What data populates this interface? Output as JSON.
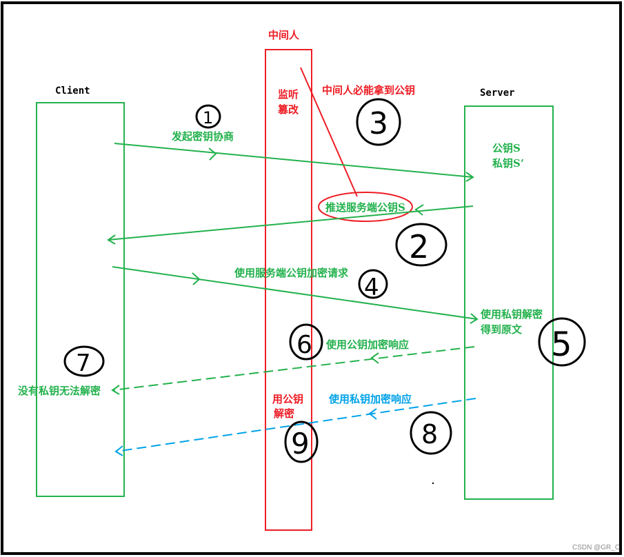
{
  "actors": {
    "client": "Client",
    "server": "Server",
    "middleman": "中间人"
  },
  "middleman_action": [
    "监听",
    "篡改"
  ],
  "middleman_decrypt": [
    "用公钥",
    "解密"
  ],
  "server_keys": [
    "公钥S",
    "私钥S’"
  ],
  "note_middleman": "中间人必能拿到公钥",
  "messages": {
    "m1": "发起密钥协商",
    "m2": "推送服务端公钥S",
    "m4": "使用服务端公钥加密请求",
    "m5": [
      "使用私钥解密",
      "得到原文"
    ],
    "m6": "使用公钥加密响应",
    "m7": "没有私钥无法解密",
    "m8": "使用私钥加密响应"
  },
  "step_numbers": [
    "1",
    "2",
    "3",
    "4",
    "5",
    "6",
    "7",
    "8",
    "9"
  ],
  "colors": {
    "green": "#22b14c",
    "red": "#ed1c24",
    "blue": "#00a2e8",
    "black": "#000000"
  },
  "watermark": "CSDN @GR_C"
}
